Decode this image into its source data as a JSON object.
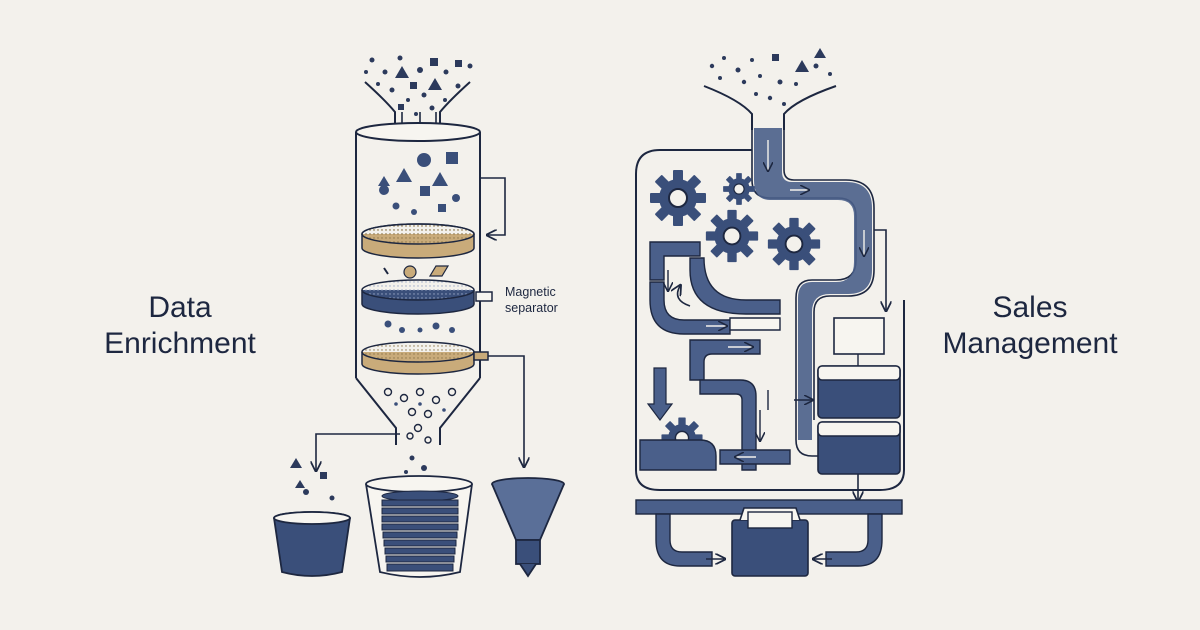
{
  "labels": {
    "left_title_line1": "Data",
    "left_title_line2": "Enrichment",
    "right_title_line1": "Sales",
    "right_title_line2": "Management",
    "separator_line1": "Magnetic",
    "separator_line2": "separator"
  },
  "colors": {
    "background": "#f3f1ec",
    "ink": "#1d2740",
    "navy": "#3a4f7a",
    "navy_light": "#5a6f98",
    "gold": "#c9ab7a",
    "pipe": "#4a5f8a"
  }
}
